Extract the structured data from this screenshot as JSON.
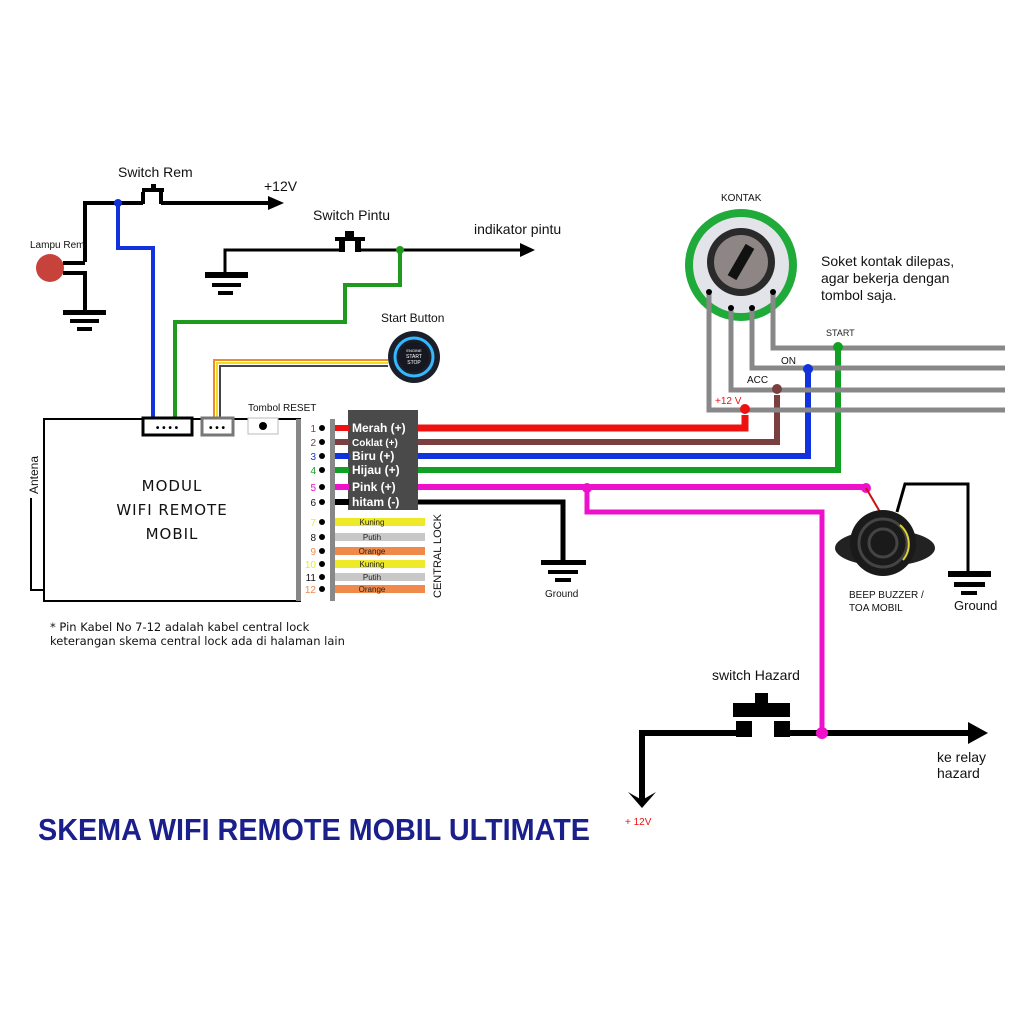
{
  "title": "SKEMA WIFI REMOTE MOBIL ULTIMATE",
  "labels": {
    "switch_rem": "Switch Rem",
    "plus12v_top": "+12V",
    "lampu_rem": "Lampu Rem",
    "switch_pintu": "Switch Pintu",
    "indikator_pintu": "indikator pintu",
    "start_button": "Start Button",
    "start_button_face": [
      "ENGINE",
      "START",
      "STOP"
    ],
    "tombol_reset": "Tombol RESET",
    "antena": "Antena",
    "module_lines": [
      "MODUL",
      "WIFI REMOTE",
      "MOBIL"
    ],
    "kontak": "KONTAK",
    "kontak_note": [
      "Soket kontak dilepas,",
      "agar bekerja dengan",
      "tombol saja."
    ],
    "start": "START",
    "on": "ON",
    "acc": "ACC",
    "plus12v_kontak": "+12 V",
    "ground_left": "Ground",
    "ground_right": "Ground",
    "buzzer": [
      "BEEP BUZZER /",
      "TOA MOBIL"
    ],
    "switch_hazard": "switch Hazard",
    "ke_relay": [
      "ke relay",
      "hazard"
    ],
    "plus12v_hazard": "+ 12V",
    "central_lock": "CENTRAL LOCK",
    "notes": [
      "* Pin Kabel No 7-12 adalah kabel central lock",
      "keterangan skema central lock ada di halaman lain"
    ]
  },
  "pins": [
    {
      "no": "1",
      "label": "Merah (+)",
      "color": "#ee1111"
    },
    {
      "no": "2",
      "label": "Coklat (+)",
      "color": "#7a4040"
    },
    {
      "no": "3",
      "label": "Biru (+)",
      "color": "#1133dd"
    },
    {
      "no": "4",
      "label": "Hijau (+)",
      "color": "#11a022"
    },
    {
      "no": "5",
      "label": "Pink (+)",
      "color": "#ee11cc"
    },
    {
      "no": "6",
      "label": "hitam (-)",
      "color": "#000000"
    },
    {
      "no": "7",
      "label": "Kuning",
      "color": "#eeea2a"
    },
    {
      "no": "8",
      "label": "Putih",
      "color": "#c8c8c8"
    },
    {
      "no": "9",
      "label": "Orange",
      "color": "#f08a4a"
    },
    {
      "no": "10",
      "label": "Kuning",
      "color": "#eeea2a"
    },
    {
      "no": "11",
      "label": "Putih",
      "color": "#c8c8c8"
    },
    {
      "no": "12",
      "label": "Orange",
      "color": "#f08a4a"
    }
  ],
  "colors": {
    "title": "#1b1f8c",
    "kontak_ring": "#1faa3a",
    "gray_wire": "#888888"
  }
}
